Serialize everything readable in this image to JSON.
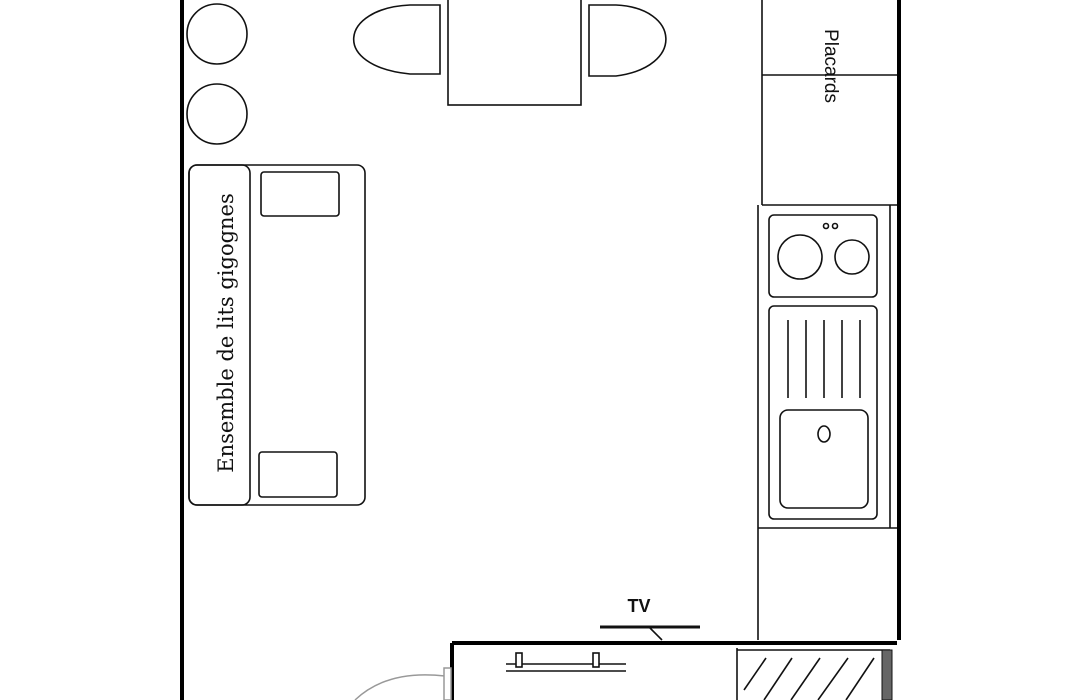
{
  "labels": {
    "bunk_beds": "Ensemble de lits gigognes",
    "closets": "Placards",
    "tv": "TV"
  }
}
